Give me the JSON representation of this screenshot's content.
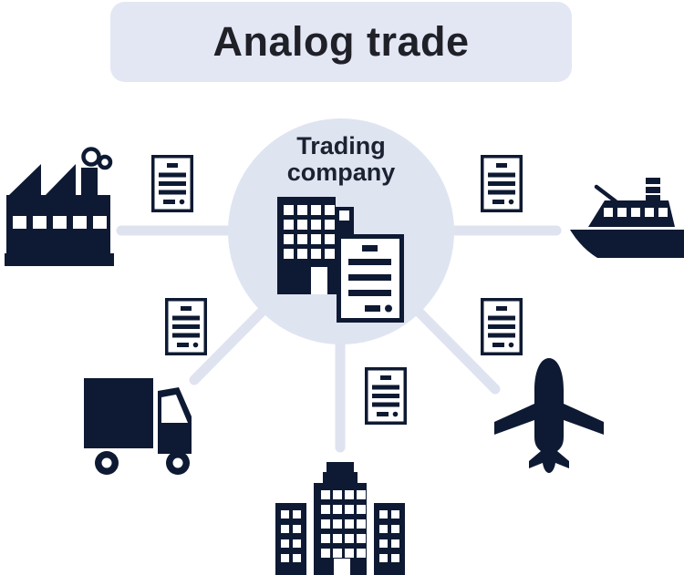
{
  "title": "Analog trade",
  "center": {
    "label": "Trading company",
    "icons": [
      "office-building-icon",
      "paper-document-icon"
    ]
  },
  "colors": {
    "navy": "#0e1a33",
    "banner_bg": "#e3e7f4",
    "circle_bg": "#dfe4f1",
    "connector": "#dfe3f0",
    "title_text": "#202028",
    "white": "#ffffff"
  },
  "nodes": [
    {
      "name": "factory",
      "icon": "factory-icon",
      "position": "left"
    },
    {
      "name": "cargo-ship",
      "icon": "ship-icon",
      "position": "right"
    },
    {
      "name": "delivery-truck",
      "icon": "truck-icon",
      "position": "bottom-left"
    },
    {
      "name": "airplane",
      "icon": "airplane-icon",
      "position": "bottom-right"
    },
    {
      "name": "office-buildings",
      "icon": "buildings-icon",
      "position": "bottom-center"
    }
  ],
  "documents": {
    "icon": "paper-document-icon",
    "small_count": 5,
    "large_count": 1,
    "placements": [
      "factory-route",
      "ship-route",
      "truck-route",
      "airplane-route",
      "buildings-route",
      "center"
    ]
  },
  "connectors": {
    "count": 5,
    "style": "thick light rounded lines radiating from center circle"
  }
}
